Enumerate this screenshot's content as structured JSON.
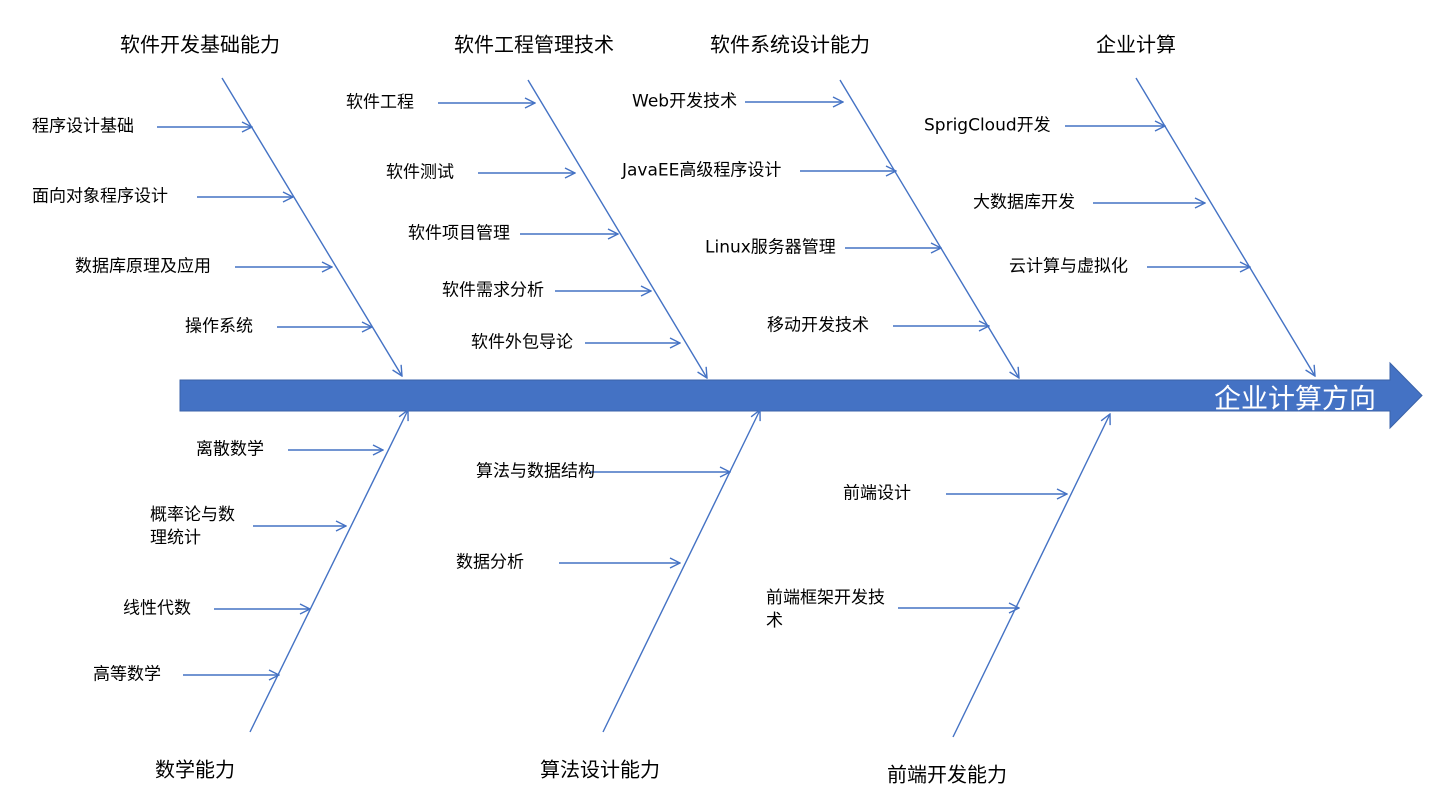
{
  "spine": {
    "label": "企业计算方向",
    "color": "#4472c4"
  },
  "categories": [
    {
      "title": "软件开发基础能力",
      "items": [
        "程序设计基础",
        "面向对象程序设计",
        "数据库原理及应用",
        "操作系统"
      ]
    },
    {
      "title": "软件工程管理技术",
      "items": [
        "软件工程",
        "软件测试",
        "软件项目管理",
        "软件需求分析",
        "软件外包导论"
      ]
    },
    {
      "title": "软件系统设计能力",
      "items": [
        "Web开发技术",
        "JavaEE高级程序设计",
        "Linux服务器管理",
        "移动开发技术"
      ]
    },
    {
      "title": "企业计算",
      "items": [
        "SprigCloud开发",
        "大数据库开发",
        "云计算与虚拟化"
      ]
    },
    {
      "title": "数学能力",
      "items": [
        "离散数学",
        "概率论与数理统计",
        "线性代数",
        "高等数学"
      ]
    },
    {
      "title": "算法设计能力",
      "items": [
        "算法与数据结构",
        "数据分析"
      ]
    },
    {
      "title": "前端开发能力",
      "items": [
        "前端设计",
        "前端框架开发技术"
      ]
    }
  ]
}
